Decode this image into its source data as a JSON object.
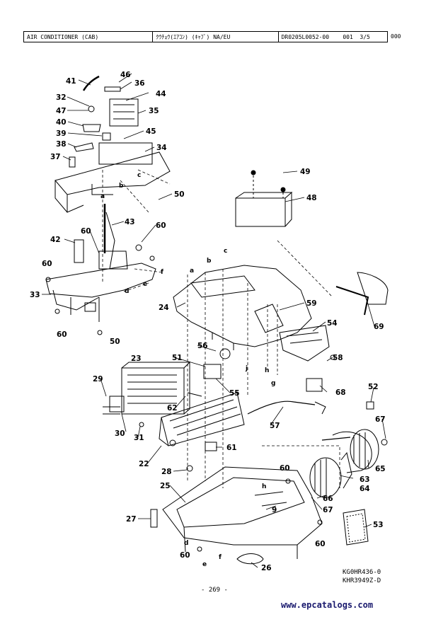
{
  "header": {
    "title": "AIR CONDITIONER (CAB)",
    "jp_title": "ｸｳﾁｮｳ(ｴｱｺﾝ) (ｷｬﾌﾞ) NA/EU",
    "doc_code": "DR0205L0052-00",
    "rev": "001",
    "page_part": "3/5",
    "extra": "000"
  },
  "callouts": [
    "41",
    "46",
    "36",
    "32",
    "44",
    "47",
    "35",
    "40",
    "39",
    "45",
    "38",
    "34",
    "37",
    "49",
    "48",
    "50",
    "43",
    "42",
    "60",
    "60",
    "60",
    "33",
    "60",
    "50",
    "24",
    "59",
    "54",
    "69",
    "56",
    "51",
    "58",
    "23",
    "29",
    "55",
    "68",
    "52",
    "62",
    "57",
    "67",
    "30",
    "31",
    "61",
    "22",
    "28",
    "60",
    "65",
    "63",
    "64",
    "25",
    "66",
    "67",
    "9",
    "27",
    "53",
    "60",
    "60",
    "26"
  ],
  "letters": [
    "b",
    "c",
    "a",
    "f",
    "d",
    "e",
    "a",
    "b",
    "c",
    "j",
    "h",
    "g",
    "h",
    "d",
    "e",
    "f"
  ],
  "drawing_codes": [
    "KG0HR436-0",
    "KHR3949Z-D"
  ],
  "page_number": "- 269 -",
  "watermark": "www.epcatalogs.com"
}
